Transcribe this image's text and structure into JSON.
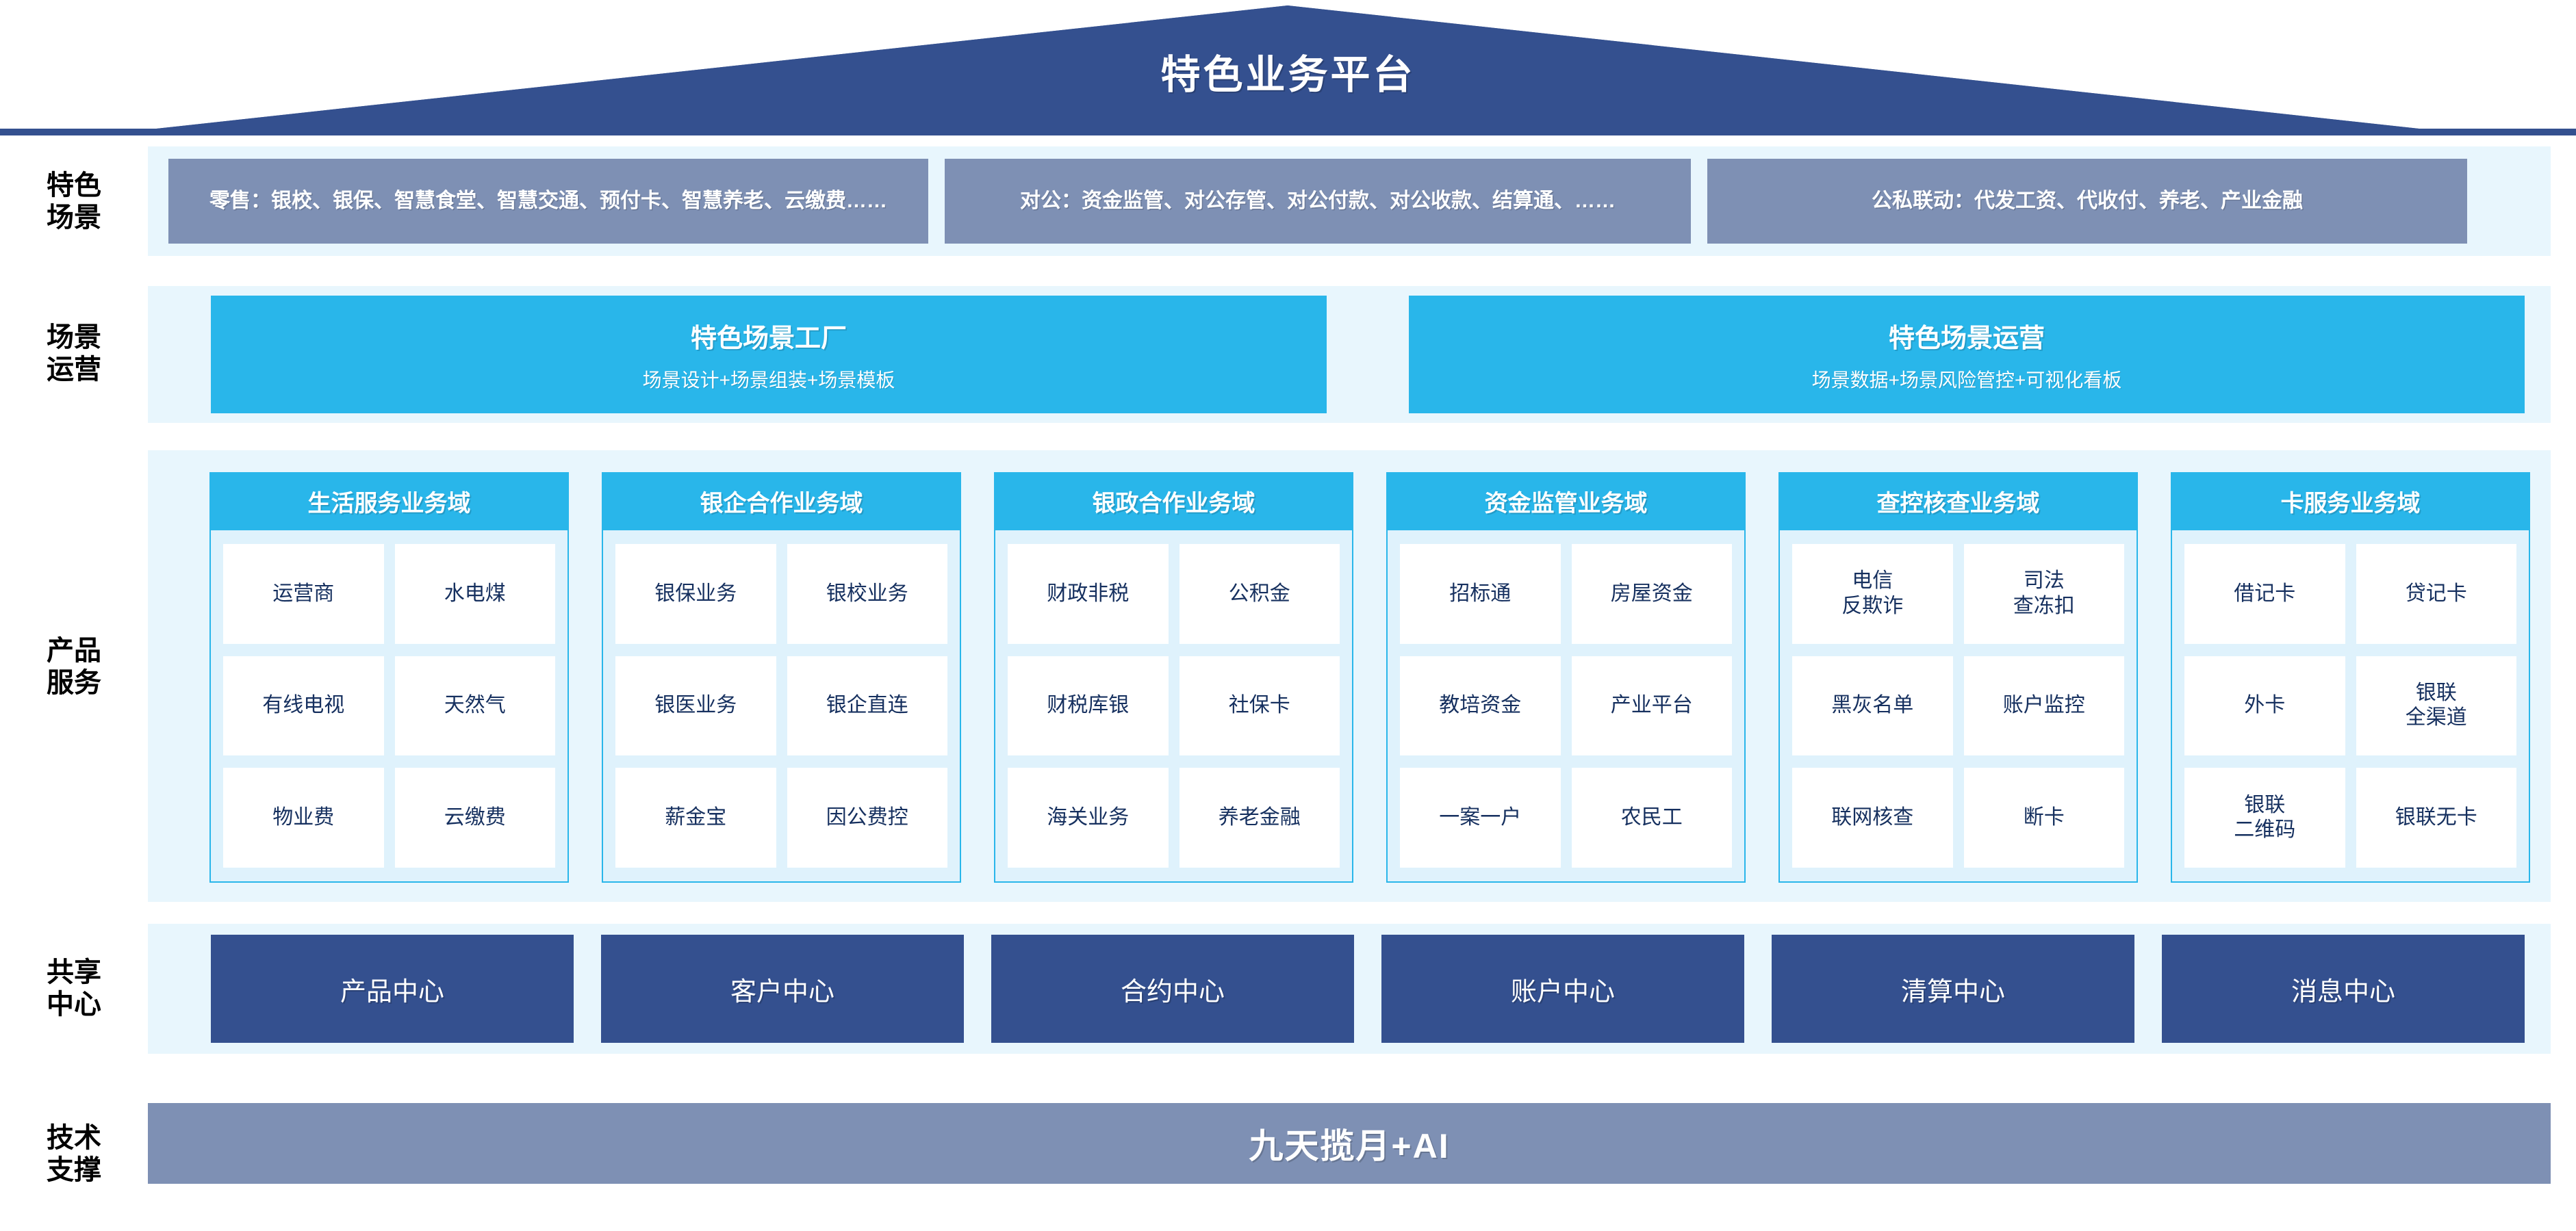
{
  "header": {
    "title": "特色业务平台"
  },
  "rows": {
    "scenario_label": "特色\n场景",
    "operation_label": "场景\n运营",
    "product_label": "产品\n服务",
    "shared_label": "共享\n中心",
    "tech_label": "技术\n支撑"
  },
  "scenarios": [
    {
      "text": "零售：银校、银保、智慧食堂、智慧交通、预付卡、智慧养老、云缴费……"
    },
    {
      "text": "对公：资金监管、对公存管、对公付款、对公收款、结算通、……"
    },
    {
      "text": "公私联动：代发工资、代收付、养老、产业金融"
    }
  ],
  "operations": [
    {
      "title": "特色场景工厂",
      "subtitle": "场景设计+场景组装+场景模板"
    },
    {
      "title": "特色场景运营",
      "subtitle": "场景数据+场景风险管控+可视化看板"
    }
  ],
  "domains": [
    {
      "title": "生活服务业务域",
      "items": [
        "运营商",
        "水电煤",
        "有线电视",
        "天然气",
        "物业费",
        "云缴费"
      ]
    },
    {
      "title": "银企合作业务域",
      "items": [
        "银保业务",
        "银校业务",
        "银医业务",
        "银企直连",
        "薪金宝",
        "因公费控"
      ]
    },
    {
      "title": "银政合作业务域",
      "items": [
        "财政非税",
        "公积金",
        "财税库银",
        "社保卡",
        "海关业务",
        "养老金融"
      ]
    },
    {
      "title": "资金监管业务域",
      "items": [
        "招标通",
        "房屋资金",
        "教培资金",
        "产业平台",
        "一案一户",
        "农民工"
      ]
    },
    {
      "title": "查控核查业务域",
      "items": [
        "电信\n反欺诈",
        "司法\n查冻扣",
        "黑灰名单",
        "账户监控",
        "联网核查",
        "断卡"
      ]
    },
    {
      "title": "卡服务业务域",
      "items": [
        "借记卡",
        "贷记卡",
        "外卡",
        "银联\n全渠道",
        "银联\n二维码",
        "银联无卡"
      ]
    }
  ],
  "shared_centers": [
    {
      "label": "产品中心"
    },
    {
      "label": "客户中心"
    },
    {
      "label": "合约中心"
    },
    {
      "label": "账户中心"
    },
    {
      "label": "清算中心"
    },
    {
      "label": "消息中心"
    }
  ],
  "tech_support": {
    "label": "九天揽月+AI"
  },
  "colors": {
    "roof_navy": "#34508f",
    "band_bg": "#e8f6fd",
    "slate": "#7e90b4",
    "cyan": "#29b6ea",
    "card_body": "#dff2fc",
    "cell_text": "#16305f"
  }
}
